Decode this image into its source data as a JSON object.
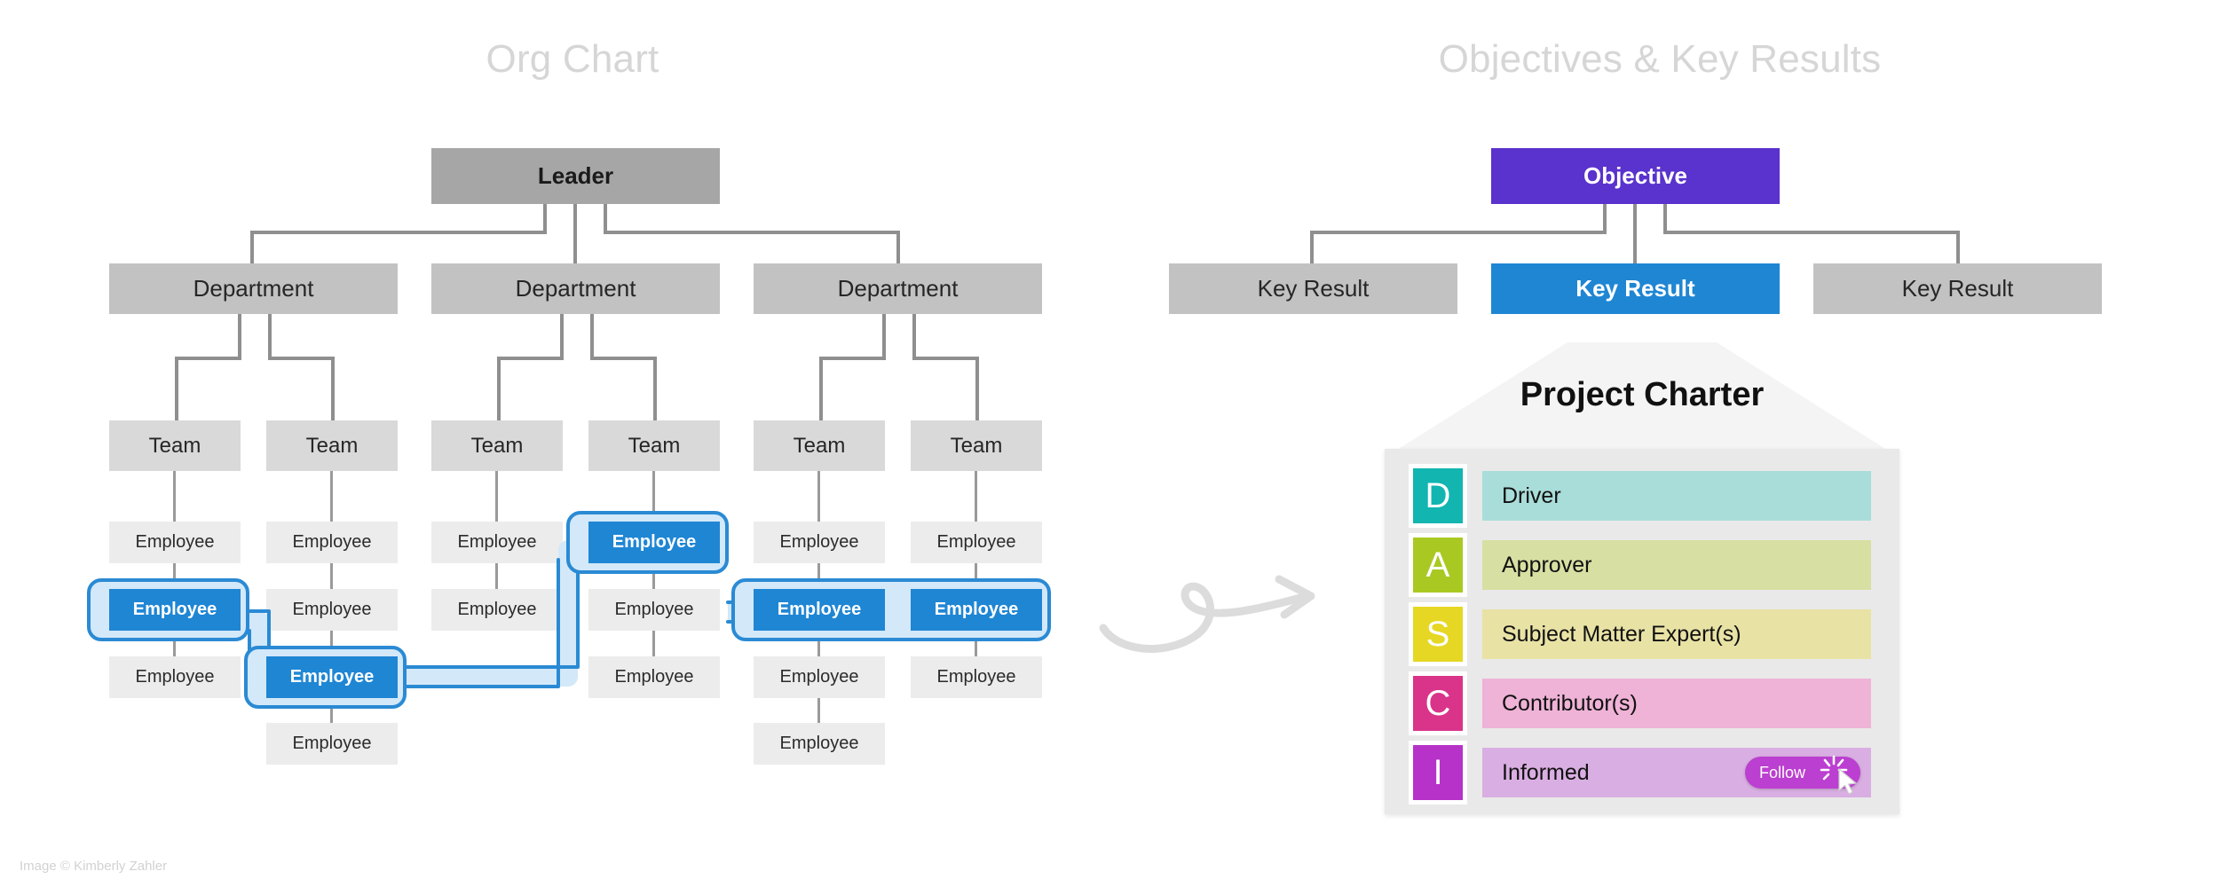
{
  "sections": {
    "org": {
      "title": "Org Chart"
    },
    "okr": {
      "title": "Objectives & Key Results"
    }
  },
  "org_chart": {
    "leader": {
      "label": "Leader"
    },
    "departments": [
      {
        "label": "Department"
      },
      {
        "label": "Department"
      },
      {
        "label": "Department"
      }
    ],
    "teams": [
      {
        "label": "Team"
      },
      {
        "label": "Team"
      },
      {
        "label": "Team"
      },
      {
        "label": "Team"
      },
      {
        "label": "Team"
      },
      {
        "label": "Team"
      }
    ],
    "employee_label": "Employee",
    "columns": [
      {
        "count": 3,
        "selected": [
          1
        ]
      },
      {
        "count": 4,
        "selected": [
          2
        ]
      },
      {
        "count": 2,
        "selected": []
      },
      {
        "count": 3,
        "selected": [
          0
        ]
      },
      {
        "count": 4,
        "selected": [
          1
        ]
      },
      {
        "count": 3,
        "selected": [
          1
        ]
      }
    ]
  },
  "okr": {
    "objective": {
      "label": "Objective"
    },
    "key_results": [
      {
        "label": "Key Result",
        "selected": false
      },
      {
        "label": "Key Result",
        "selected": true
      },
      {
        "label": "Key Result",
        "selected": false
      }
    ]
  },
  "project_charter": {
    "title": "Project Charter",
    "rows": [
      {
        "letter": "D",
        "label": "Driver",
        "badge_color": "#12b5b0",
        "band_color": "#a9ddd9"
      },
      {
        "letter": "A",
        "label": "Approver",
        "badge_color": "#a9c922",
        "band_color": "#d8dfa2"
      },
      {
        "letter": "S",
        "label": "Subject Matter Expert(s)",
        "badge_color": "#e6d724",
        "band_color": "#e8e2a5"
      },
      {
        "letter": "C",
        "label": "Contributor(s)",
        "badge_color": "#d9348a",
        "band_color": "#eeb3d6"
      },
      {
        "letter": "I",
        "label": "Informed",
        "badge_color": "#b632c8",
        "band_color": "#d9aee2"
      }
    ],
    "follow_button": {
      "label": "Follow",
      "color": "#bb3fd0"
    }
  },
  "arrow": {
    "name": "curved-arrow"
  },
  "footer": {
    "copyright": "Image © Kimberly Zahler"
  },
  "colors": {
    "selected_blue": "#1f86d4",
    "halo_fill": "#d3e8f8",
    "halo_stroke": "#2a8ad4",
    "objective_purple": "#5a32cd",
    "leader_gray": "#a6a6a6",
    "dept_gray": "#c2c2c2",
    "team_gray": "#d9d9d9",
    "employee_gray": "#ececec",
    "title_gray": "#d6d6d6",
    "connector_gray": "#8f8f8f"
  }
}
